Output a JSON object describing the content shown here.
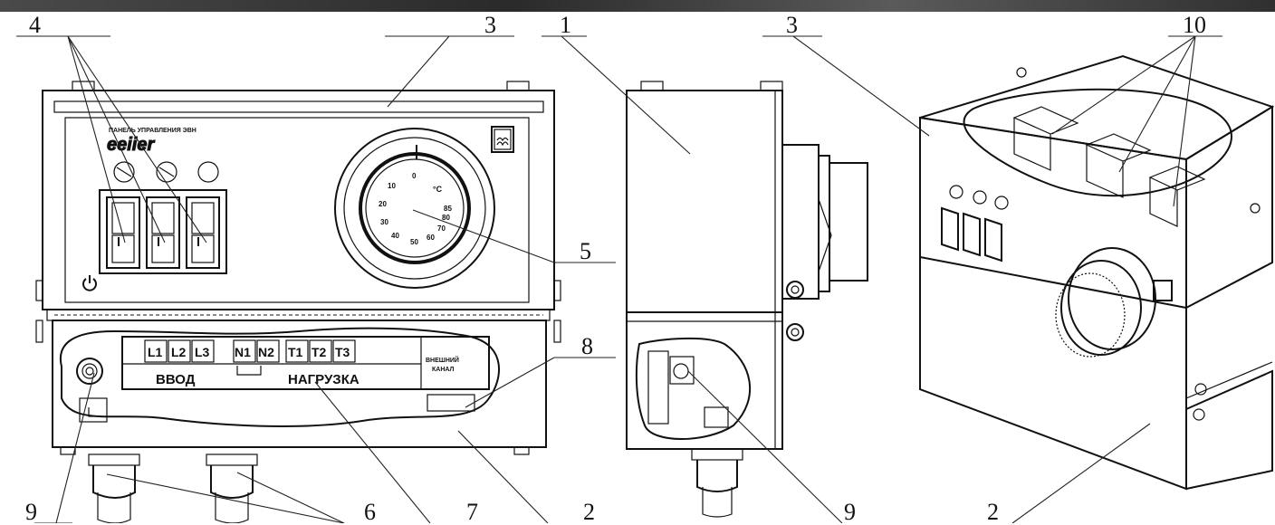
{
  "callouts": {
    "c4": "4",
    "c3_left": "3",
    "c1": "1",
    "c3_right": "3",
    "c10": "10",
    "c5": "5",
    "c8": "8",
    "c9_left": "9",
    "c6": "6",
    "c7": "7",
    "c2_left": "2",
    "c9_right": "9",
    "c2_right": "2"
  },
  "front_panel": {
    "title": "ПАНЕЛЬ УПРАВЛЕНИЯ ЭВН",
    "brand": "eeiier",
    "dial_unit": "°C",
    "dial_ticks": [
      "0",
      "10",
      "20",
      "30",
      "40",
      "50",
      "60",
      "70",
      "80",
      "85"
    ]
  },
  "terminal_block": {
    "terminals": [
      "L1",
      "L2",
      "L3",
      "N1",
      "N2",
      "T1",
      "T2",
      "T3"
    ],
    "input_label": "ВВОД",
    "load_label": "НАГРУЗКА",
    "ext_channel_line1": "ВНЕШНИЙ",
    "ext_channel_line2": "КАНАЛ"
  },
  "colors": {
    "line": "#111111",
    "background": "#ffffff"
  }
}
